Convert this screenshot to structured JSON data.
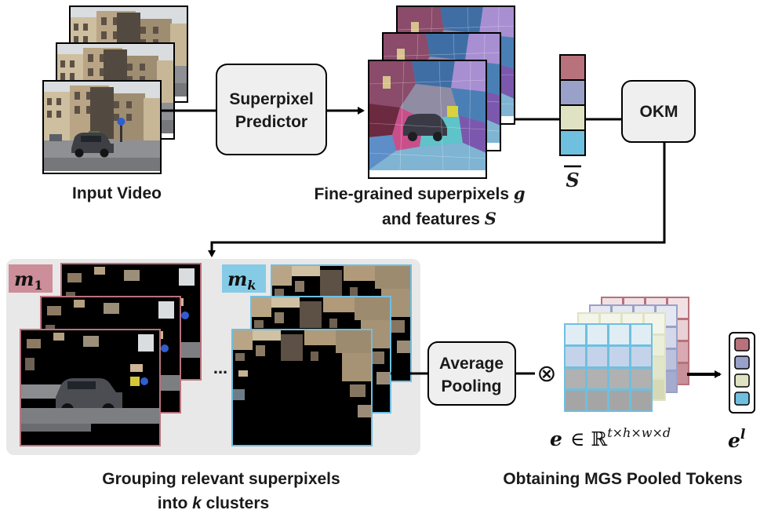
{
  "input_caption": "Input Video",
  "superpixel_predictor": {
    "line1": "Superpixel",
    "line2": "Predictor"
  },
  "fine_caption": {
    "line1": "Fine-grained superpixels",
    "var_g": "g",
    "line2": "and features",
    "var_s": "S"
  },
  "s_bar_label": "S",
  "okm_label": "OKM",
  "cluster_first": {
    "m": "m",
    "sub": "1"
  },
  "cluster_last": {
    "m": "m",
    "sub": "k"
  },
  "ellipsis": "...",
  "average_pooling": {
    "line1": "Average",
    "line2": "Pooling"
  },
  "otimes": "⊗",
  "e_formula": {
    "e": "e",
    "in": "∈",
    "R": "ℝ",
    "sup": "t×h×w×d"
  },
  "el_label": {
    "e": "e",
    "sup": "l"
  },
  "grouping_caption": {
    "line1": "Grouping relevant superpixels",
    "line2_pre": "into",
    "line2_k": "k",
    "line2_post": "clusters"
  },
  "mgs_caption": "Obtaining MGS Pooled Tokens",
  "colors": {
    "red": "#b7727c",
    "purple": "#9aa1c8",
    "cream": "#dfe3c3",
    "blue": "#6fbfdf",
    "m1_bg": "#cc8e98",
    "mk_bg": "#86cbe6",
    "panel_bg": "#e8e8e8",
    "box_bg": "#efefef"
  }
}
